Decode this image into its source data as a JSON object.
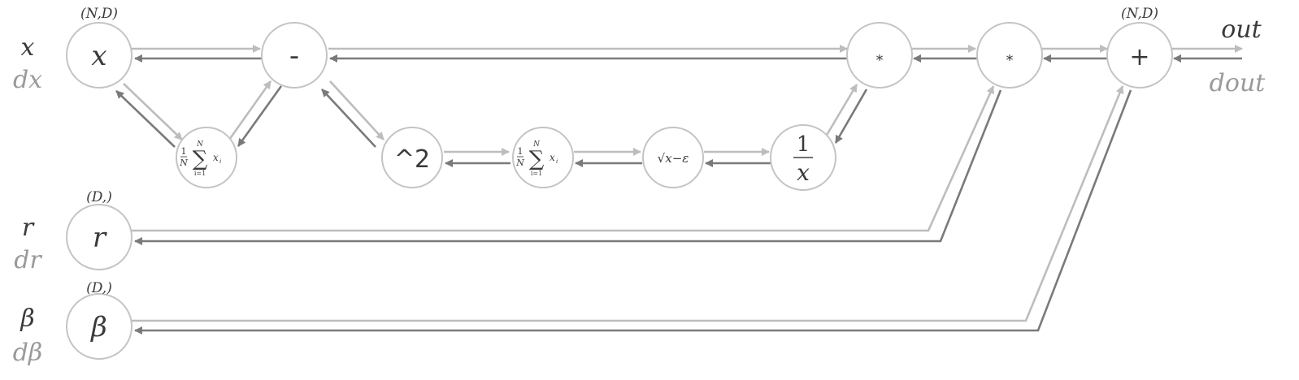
{
  "side_labels": {
    "x": "x",
    "dx": "dx",
    "gamma": "r",
    "dgamma": "dr",
    "beta": "β",
    "dbeta": "dβ"
  },
  "shape_labels": {
    "x": "(N,D)",
    "gamma": "(D,)",
    "beta": "(D,)",
    "out": "(N,D)"
  },
  "nodes": {
    "x": "x",
    "sub": "-",
    "mean1": {
      "frac": "1",
      "den": "N",
      "sigma": "∑",
      "top": "N",
      "bottom": "i=1",
      "var": "x",
      "sub": "i"
    },
    "sq": "^2",
    "mean2": {
      "frac": "1",
      "den": "N",
      "sigma": "∑",
      "top": "N",
      "bottom": "i=1",
      "var": "x",
      "sub": "i"
    },
    "sqrt": "√x−ε",
    "inv": {
      "num": "1",
      "den": "x"
    },
    "mul1": "*",
    "mul2": "*",
    "add": "+",
    "gamma": "r",
    "beta": "β"
  },
  "outputs": {
    "out": "out",
    "dout": "dout"
  },
  "colors": {
    "forward": "#bdbdbd",
    "backward": "#7a7a7a",
    "node_stroke": "#c4c4c4"
  }
}
